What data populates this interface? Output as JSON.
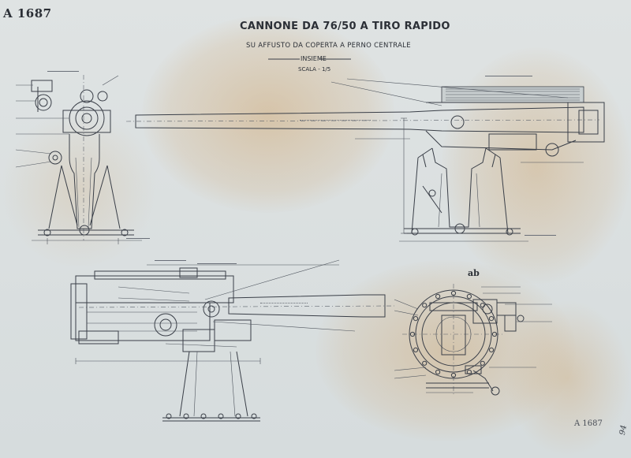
{
  "sheet_number_top": "A 1687",
  "sheet_number_bottom": "A 1687",
  "title_main": "CANNONE DA 76/50 A TIRO RAPIDO",
  "title_sub": "SU AFFUSTO DA COPERTA A PERNO CENTRALE",
  "title_section": "INSIEME",
  "title_scale": "SCALA - 1/5",
  "section_label": "ab",
  "margin_mark": "94",
  "colors": {
    "paper": "#d9dee0",
    "ink": "#2f343b",
    "stain": "#c9a26a"
  }
}
